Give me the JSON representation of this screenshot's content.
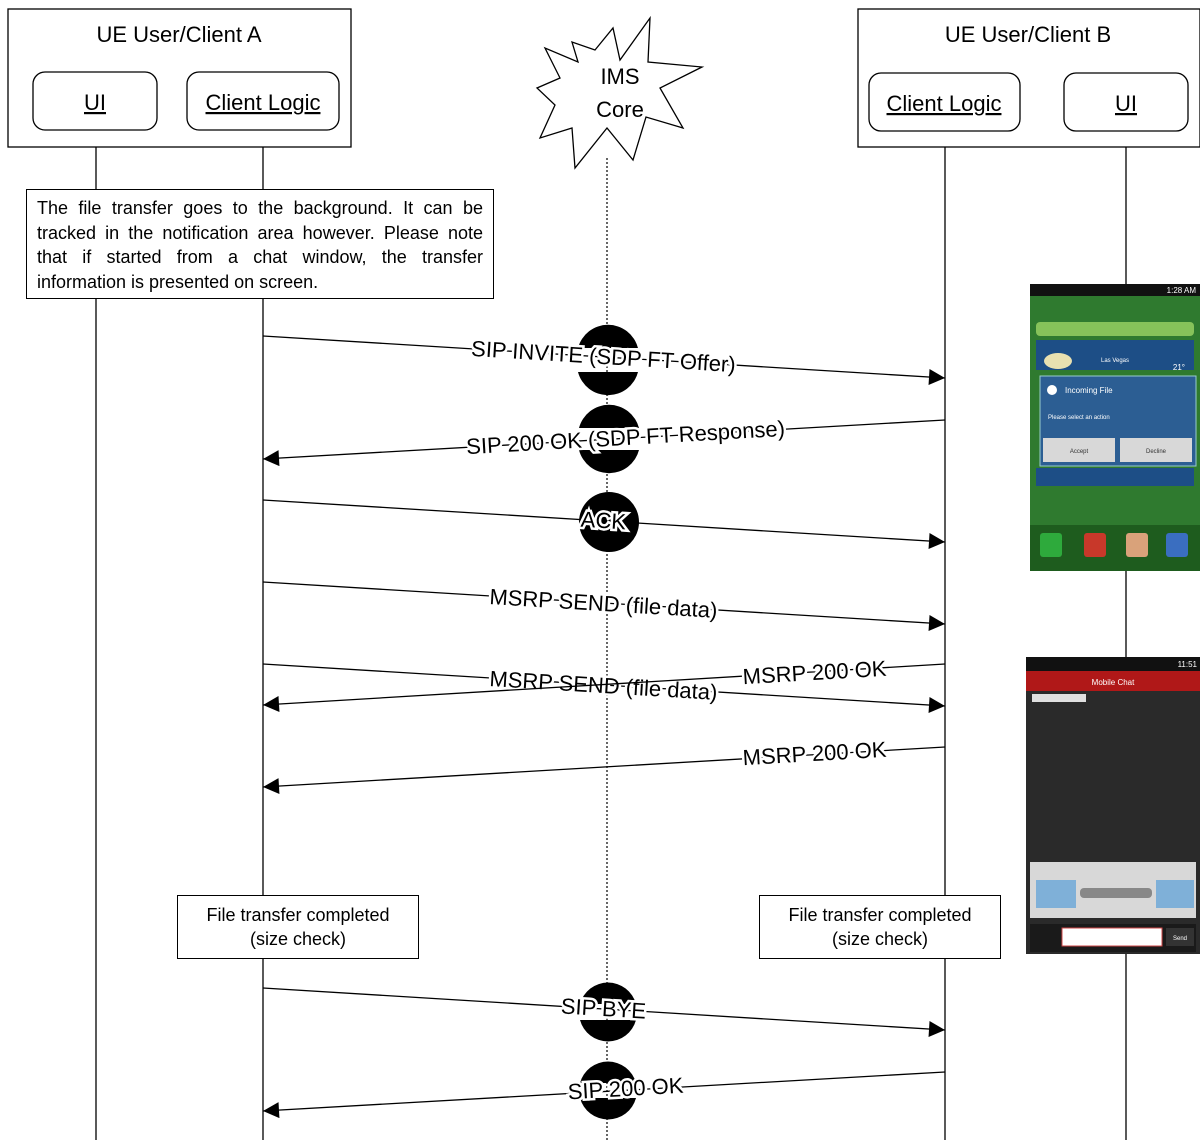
{
  "participants": {
    "client_a": {
      "title": "UE User/Client A",
      "ui": "UI",
      "logic": "Client Logic"
    },
    "ims": {
      "line1": "IMS",
      "line2": "Core"
    },
    "client_b": {
      "title": "UE User/Client B",
      "logic": "Client Logic",
      "ui": "UI"
    }
  },
  "notes": {
    "background": "The file transfer goes to the background. It can be tracked in the notification area however. Please note that if started from a chat window, the transfer information is presented on screen.",
    "completed_a": [
      "File transfer completed",
      "(size check)"
    ],
    "completed_b": [
      "File transfer completed",
      "(size check)"
    ]
  },
  "messages": [
    {
      "label": "SIP INVITE (SDP FT Offer)",
      "direction": "A-to-B"
    },
    {
      "label": "SIP 200 OK (SDP FT Response)",
      "direction": "B-to-A"
    },
    {
      "label": "ACK",
      "direction": "A-to-B"
    },
    {
      "label": "MSRP SEND (file data)",
      "direction": "A-to-B"
    },
    {
      "label": "MSRP SEND (file data)",
      "direction": "A-to-B"
    },
    {
      "label": "MSRP 200 OK",
      "direction": "B-to-A"
    },
    {
      "label": "MSRP 200 OK",
      "direction": "B-to-A"
    },
    {
      "label": "SIP BYE",
      "direction": "A-to-B"
    },
    {
      "label": "SIP 200 OK",
      "direction": "B-to-A"
    }
  ],
  "screen_incoming": {
    "status": "1:28 AM",
    "dialog_title": "Incoming File",
    "dialog_text": "Please select an action",
    "accept": "Accept",
    "decline": "Decline",
    "location": "Las Vegas",
    "temperature": "21°"
  },
  "screen_chat": {
    "status": "11:51",
    "title": "Mobile Chat",
    "send": "Send"
  },
  "colors": {
    "line": "#000000",
    "bubble": "#000000",
    "phone_green": "#3a9a3a",
    "chat_red": "#b01818"
  }
}
